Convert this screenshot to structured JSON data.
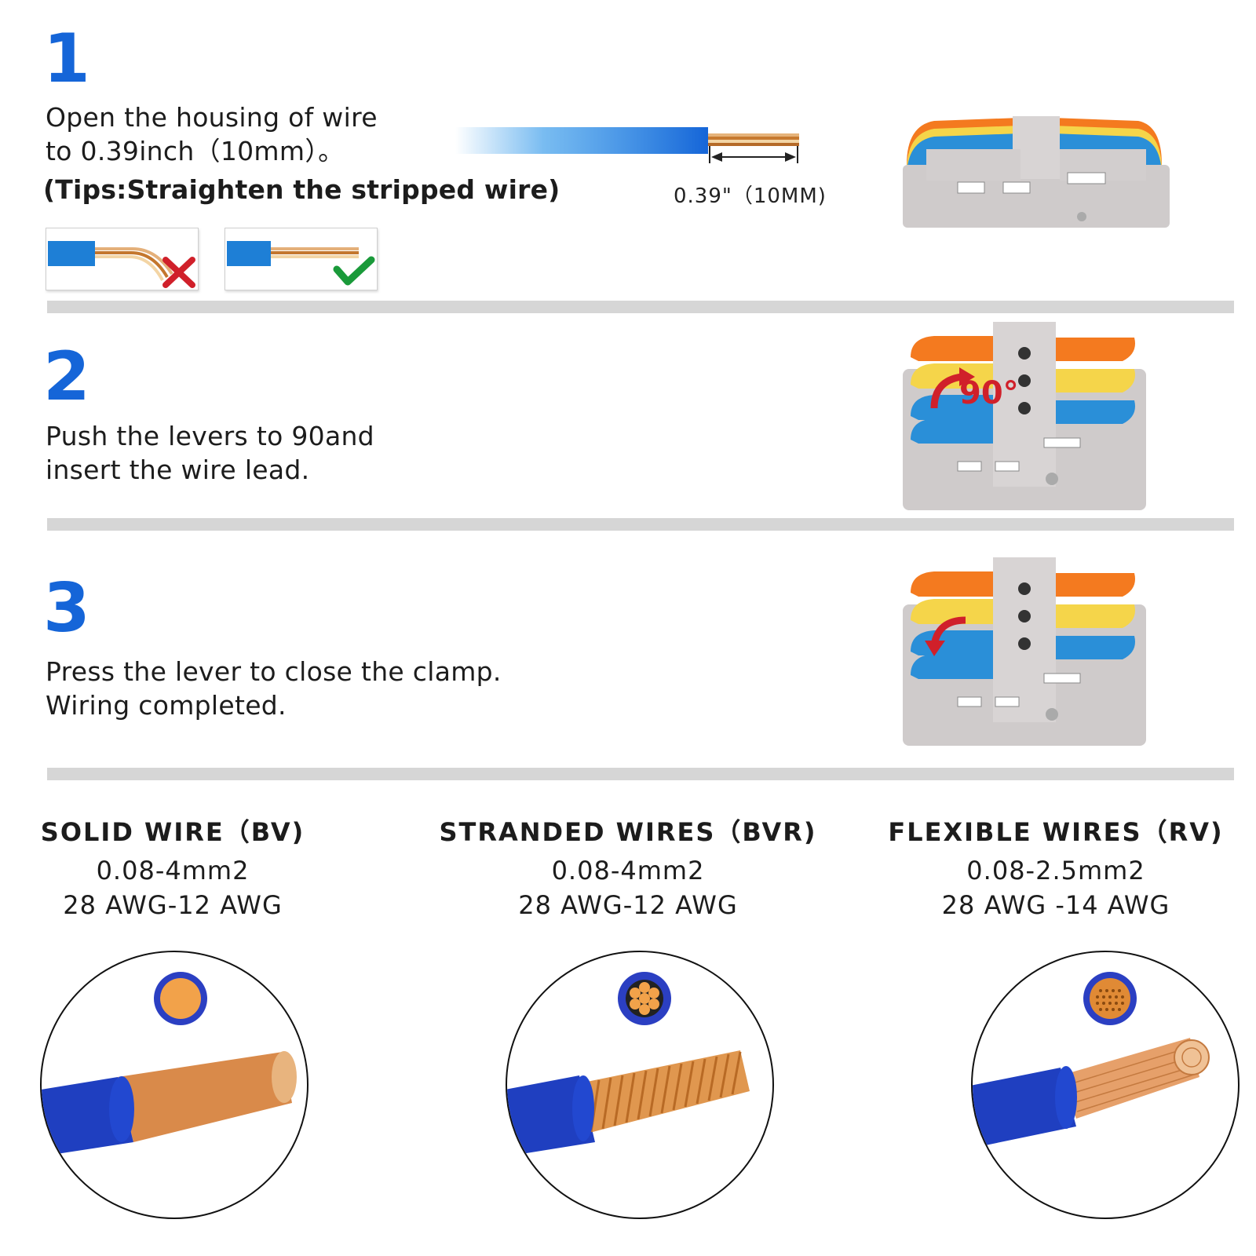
{
  "steps": [
    {
      "number": "1",
      "lines": [
        "Open the housing of wire",
        "to 0.39inch（10mm）。"
      ],
      "tip": "(Tips:Straighten the stripped wire)",
      "dimension_label": "0.39\"（10MM)"
    },
    {
      "number": "2",
      "lines": [
        "Push the levers to 90and",
        "insert the wire lead."
      ],
      "angle_label": "90°"
    },
    {
      "number": "3",
      "lines": [
        "Press the lever to close the clamp.",
        "Wiring completed."
      ]
    }
  ],
  "wire_types": [
    {
      "title": "SOLID WIRE（BV)",
      "range_mm": "0.08-4mm2",
      "range_awg": "28 AWG-12 AWG",
      "icon": "solid-wire-icon"
    },
    {
      "title": "STRANDED WIRES（BVR)",
      "range_mm": "0.08-4mm2",
      "range_awg": "28 AWG-12 AWG",
      "icon": "stranded-wire-icon"
    },
    {
      "title": "FLEXIBLE WIRES（RV)",
      "range_mm": "0.08-2.5mm2",
      "range_awg": "28 AWG -14 AWG",
      "icon": "flexible-wire-icon"
    }
  ],
  "colors": {
    "accent_blue": "#1565d8",
    "wire_blue": "#1f4fc8",
    "copper": "#d98a4a",
    "lever_orange": "#f47a1f",
    "lever_yellow": "#f5d54a",
    "lever_blue": "#2a8fd8",
    "housing_gray": "#cfcbcb",
    "wrong_red": "#d0202a",
    "right_green": "#1a9a3a"
  }
}
